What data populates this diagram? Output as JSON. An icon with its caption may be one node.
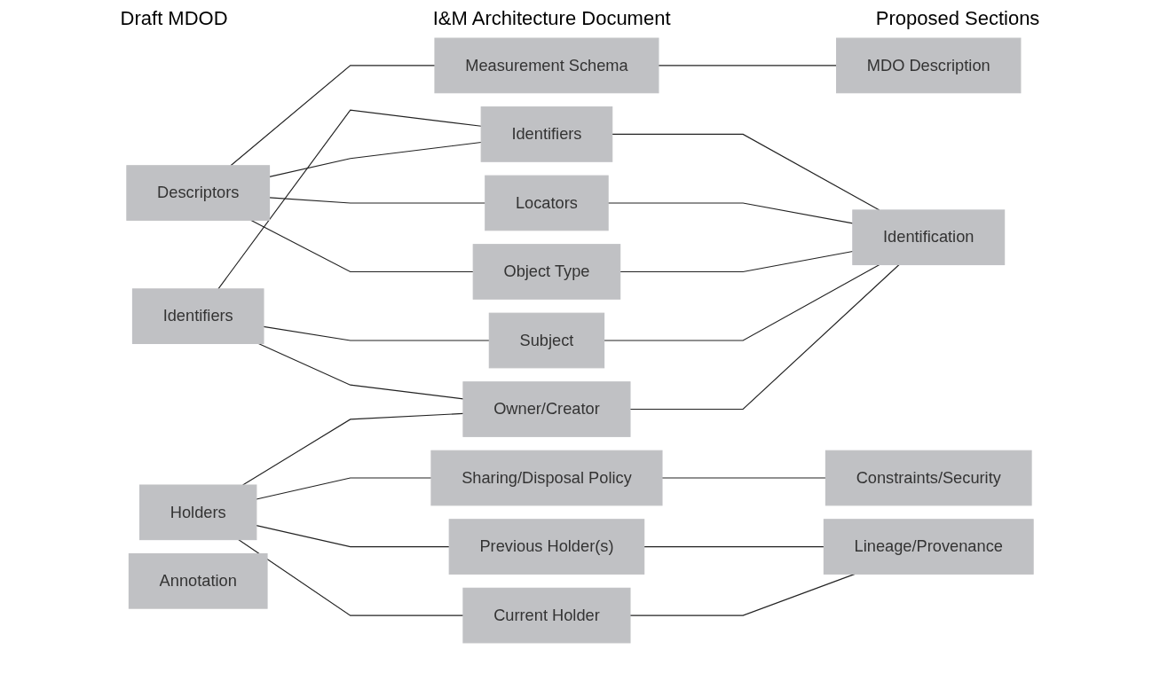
{
  "diagram": {
    "nodes": [
      {
        "text": [
          "Identifiers"
        ]
      },
      {
        "text": [
          "Descriptors"
        ]
      },
      {
        "text": [
          "Holders"
        ]
      },
      {
        "text": [
          "Identifiers"
        ]
      },
      {
        "text": [
          "Locators"
        ]
      },
      {
        "text": [
          "Object Type"
        ]
      },
      {
        "text": [
          "Measurement Schema"
        ]
      },
      {
        "text": [
          "Subject"
        ]
      },
      {
        "text": [
          "Annotation"
        ]
      },
      {
        "text": [
          "Owner/Creator"
        ]
      },
      {
        "text": [
          "Previous Holder(s)"
        ]
      },
      {
        "text": [
          "Current Holder"
        ]
      },
      {
        "text": [
          "Sharing/Disposal Policy"
        ]
      },
      {
        "text": [
          "Identification"
        ]
      },
      {
        "text": [
          "Lineage/Provenance"
        ]
      },
      {
        "text": [
          "Constraints/Security"
        ]
      },
      {
        "text": [
          "MDO Description"
        ]
      }
    ],
    "edges": [
      {
        "from": 0,
        "to": 3,
        "arrow": "none"
      },
      {
        "from": 0,
        "to": 7,
        "arrow": "none"
      },
      {
        "from": 0,
        "to": 9,
        "arrow": "none"
      },
      {
        "from": 1,
        "to": 3,
        "arrow": "none"
      },
      {
        "from": 1,
        "to": 4,
        "arrow": "none"
      },
      {
        "from": 1,
        "to": 5,
        "arrow": "none"
      },
      {
        "from": 1,
        "to": 6,
        "arrow": "none"
      },
      {
        "from": 2,
        "to": 9,
        "arrow": "none"
      },
      {
        "from": 2,
        "to": 10,
        "arrow": "none"
      },
      {
        "from": 2,
        "to": 11,
        "arrow": "none"
      },
      {
        "from": 2,
        "to": 12,
        "arrow": "none"
      },
      {
        "from": 3,
        "to": 13,
        "arrow": "none"
      },
      {
        "from": 4,
        "to": 13,
        "arrow": "none"
      },
      {
        "from": 5,
        "to": 13,
        "arrow": "none"
      },
      {
        "from": 7,
        "to": 13,
        "arrow": "none"
      },
      {
        "from": 9,
        "to": 13,
        "arrow": "none"
      },
      {
        "from": 10,
        "to": 14,
        "arrow": "none"
      },
      {
        "from": 11,
        "to": 14,
        "arrow": "none"
      },
      {
        "from": 12,
        "to": 15,
        "arrow": "none"
      },
      {
        "from": 6,
        "to": 16,
        "arrow": "none"
      }
    ],
    "labels": [
      "Draft MDOD",
      "I&M Architecture Document",
      "Proposed Sections"
    ]
  }
}
